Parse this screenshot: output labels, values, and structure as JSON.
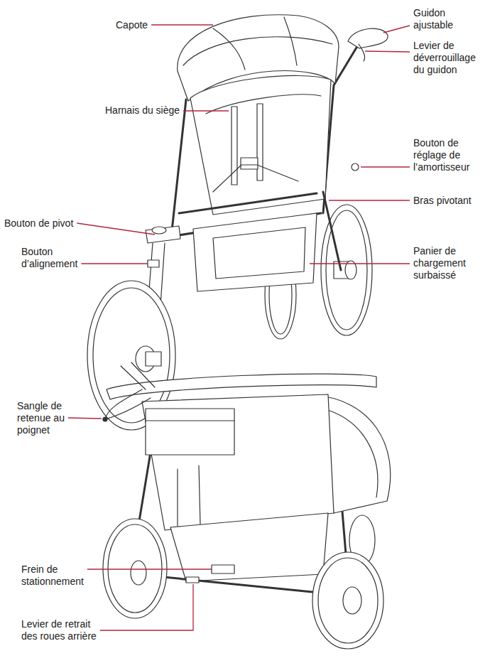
{
  "diagram": {
    "labels": [
      "Capote",
      "Guidon ajustable",
      "Levier de déverrouillage du guidon",
      "Harnais du siège",
      "Bouton de réglage de l’amortisseur",
      "Bras pivotant",
      "Bouton de pivot",
      "Bouton d’alignement",
      "Panier de chargement surbaissé",
      "Sangle de retenue au poignet",
      "Frein de stationnement",
      "Levier de retrait des roues arrière"
    ]
  }
}
